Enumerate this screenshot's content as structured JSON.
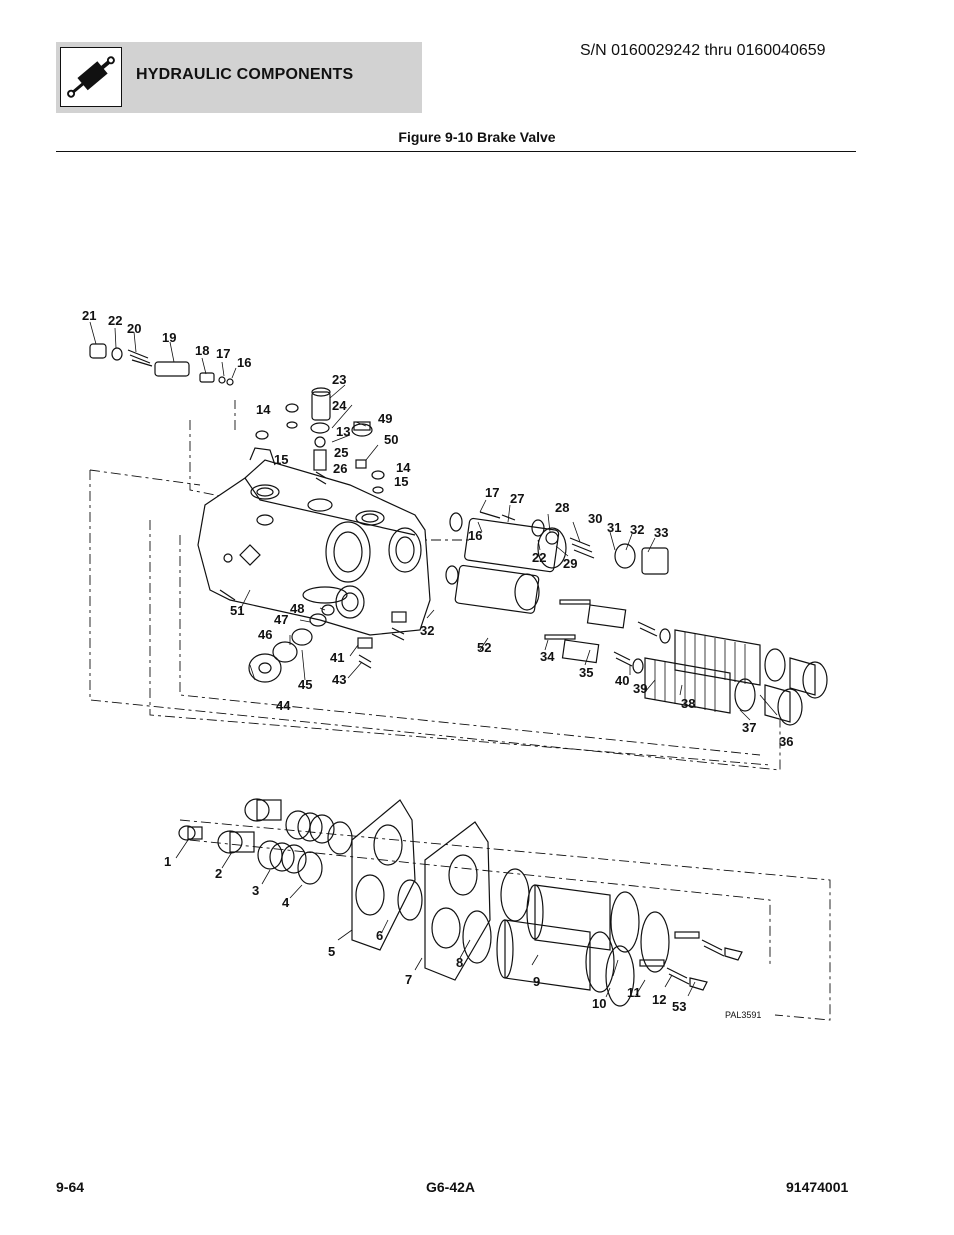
{
  "header": {
    "section_title": "HYDRAULIC COMPONENTS",
    "serial_range": "S/N 0160029242 thru 0160040659",
    "icon": "hydraulic-cylinder-icon"
  },
  "figure": {
    "title": "Figure 9-10 Brake Valve",
    "drawing_ref": "PAL3591",
    "callouts": [
      "21",
      "22",
      "20",
      "19",
      "18",
      "17",
      "16",
      "23",
      "14",
      "24",
      "13",
      "49",
      "50",
      "15",
      "25",
      "26",
      "14",
      "15",
      "17",
      "27",
      "28",
      "16",
      "22",
      "29",
      "30",
      "31",
      "32",
      "33",
      "51",
      "48",
      "47",
      "46",
      "45",
      "44",
      "41",
      "43",
      "32",
      "52",
      "34",
      "35",
      "40",
      "39",
      "38",
      "37",
      "36",
      "1",
      "2",
      "3",
      "4",
      "5",
      "6",
      "7",
      "8",
      "9",
      "10",
      "11",
      "12",
      "53"
    ]
  },
  "footer": {
    "page_number": "9-64",
    "model": "G6-42A",
    "part_number": "91474001"
  }
}
